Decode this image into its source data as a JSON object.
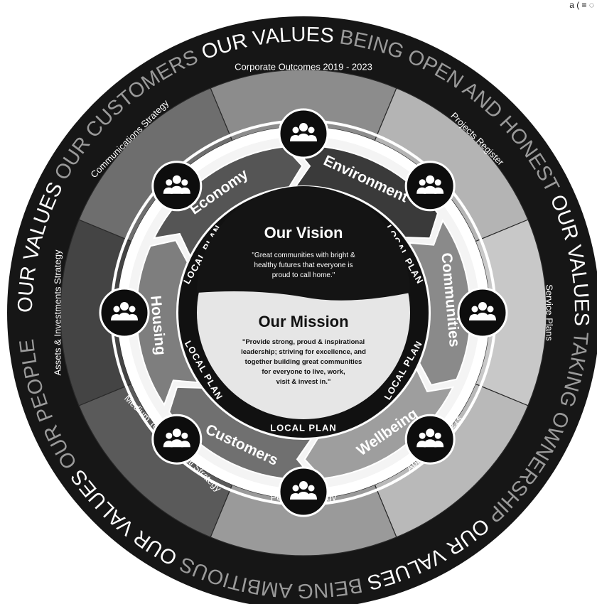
{
  "corner_mark": "a ( ≡ ◌",
  "outer_ring": {
    "labels": [
      {
        "id": "our-values-top",
        "text": "OUR VALUES",
        "faded": false
      },
      {
        "id": "our-customers",
        "text": "OUR CUSTOMERS",
        "faded": true
      },
      {
        "id": "our-values-right",
        "text": "OUR VALUES",
        "faded": false
      },
      {
        "id": "being-open",
        "text": "BEING OPEN AND HONEST",
        "faded": true
      },
      {
        "id": "our-values-bottom",
        "text": "OUR VALUES",
        "faded": false
      },
      {
        "id": "taking-ownership",
        "text": "TAKING OWNERSHIP",
        "faded": true
      },
      {
        "id": "our-values-left",
        "text": "OUR VALUES",
        "faded": false
      },
      {
        "id": "being-ambitious",
        "text": "BEING AMBITIOUS",
        "faded": true
      },
      {
        "id": "our-values-upper-left",
        "text": "OUR VALUES",
        "faded": false
      },
      {
        "id": "our-people",
        "text": "OUR PEOPLE",
        "faded": true
      }
    ]
  },
  "segments": [
    {
      "id": "corporate-outcomes",
      "text": "Corporate Outcomes 2019 - 2023",
      "color": "#8c8c8c"
    },
    {
      "id": "projects-register",
      "text": "Projects Register",
      "color": "#b4b4b4"
    },
    {
      "id": "service-plans",
      "text": "Service Plans",
      "color": "#c8c8c8"
    },
    {
      "id": "appraisals",
      "text": "Appraisals & 121s",
      "color": "#b9b9b9"
    },
    {
      "id": "people-strategy",
      "text": "People Strategy",
      "color": "#9a9a9a"
    },
    {
      "id": "mtfs",
      "text": "Medium Term Financial Strategy",
      "color": "#5a5a5a"
    },
    {
      "id": "assets-investments",
      "text": "Assets & Investments Strategy",
      "color": "#444444"
    },
    {
      "id": "communications",
      "text": "Communications Strategy",
      "color": "#6e6e6e"
    }
  ],
  "themes": [
    {
      "id": "economy",
      "text": "Economy",
      "color": "#555555"
    },
    {
      "id": "environment",
      "text": "Environment",
      "color": "#3a3a3a"
    },
    {
      "id": "communities",
      "text": "Communities",
      "color": "#8a8a8a"
    },
    {
      "id": "wellbeing",
      "text": "Wellbeing",
      "color": "#9e9e9e"
    },
    {
      "id": "customers",
      "text": "Customers",
      "color": "#707070"
    },
    {
      "id": "housing",
      "text": "Housing",
      "color": "#7e7e7e"
    }
  ],
  "local_plan": {
    "label": "LOCAL PLAN"
  },
  "vision": {
    "title": "Our Vision",
    "lines": [
      "\"Great communities with bright &",
      "healthy futures that everyone is",
      "proud to call home.\""
    ]
  },
  "mission": {
    "title": "Our Mission",
    "lines": [
      "\"Provide strong, proud & inspirational",
      "leadership; striving for excellence, and",
      "together building great communities",
      "for everyone to live, work,",
      "visit & invest in.\""
    ]
  },
  "icons": {
    "name": "people-group-icon",
    "count": 8
  },
  "colors": {
    "outer_ring": "#161616",
    "center_black": "#141414",
    "center_light": "#e6e6e6",
    "white_ring": "#ffffff"
  }
}
